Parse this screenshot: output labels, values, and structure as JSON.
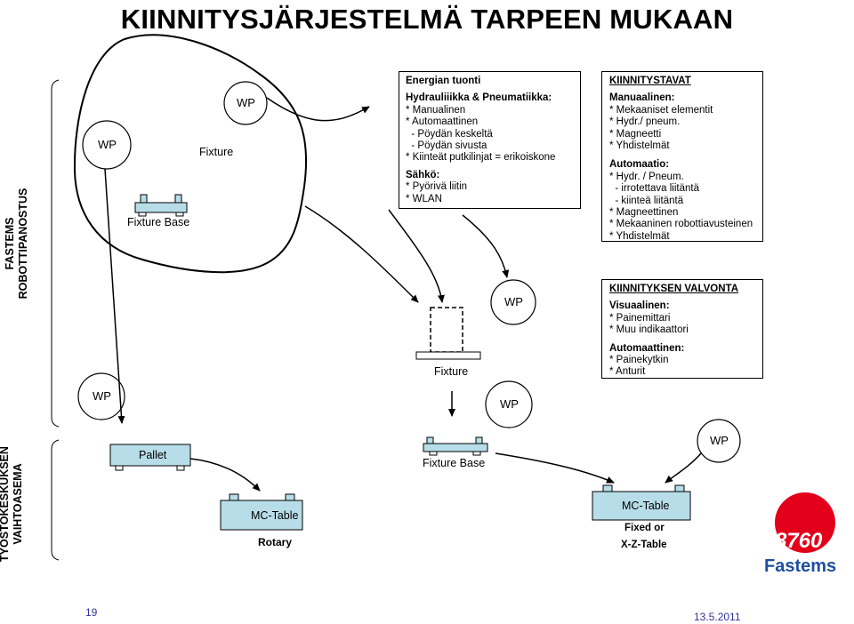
{
  "title": "KIINNITYSJÄRJESTELMÄ TARPEEN MUKAAN",
  "side_labels": {
    "fastems_line1": "FASTEMS",
    "fastems_line2": "ROBOTTIPANOSTUS",
    "tyo_line1": "TYÖSTÖKESKUKSEN",
    "tyo_line2": "VAIHTOASEMA"
  },
  "shapes": {
    "wp": "WP",
    "fixture": "Fixture",
    "fixture_base": "Fixture Base",
    "pallet": "Pallet",
    "mc_table": "MC-Table",
    "rotary": "Rotary",
    "fixed_or": "Fixed or",
    "xz_table": "X-Z-Table"
  },
  "energy_panel": {
    "heading": "Energian tuonti",
    "hydr_heading": "Hydrauliiikka & Pneumatiikka:",
    "hydr_items": [
      "* Manualinen",
      "* Automaattinen",
      "  - Pöydän keskeltä",
      "  - Pöydän sivusta",
      "* Kiinteät putkilinjat = erikoiskone"
    ],
    "sahko_heading": "Sähkö:",
    "sahko_items": [
      "* Pyörivä liitin",
      "* WLAN"
    ]
  },
  "kiinnitystavat_panel": {
    "heading": "KIINNITYSTAVAT",
    "manual_heading": "Manuaalinen:",
    "manual_items": [
      "* Mekaaniset elementit",
      "* Hydr./ pneum.",
      "* Magneetti",
      "* Yhdistelmät"
    ],
    "auto_heading": "Automaatio:",
    "auto_items": [
      "* Hydr. / Pneum.",
      "  - irrotettava liitäntä",
      "  - kiinteä liitäntä",
      "* Magneettinen",
      "* Mekaaninen robottiavusteinen",
      "* Yhdistelmät"
    ]
  },
  "valvonta_panel": {
    "heading": "KIINNITYKSEN VALVONTA",
    "visual_heading": "Visuaalinen:",
    "visual_items": [
      "* Painemittari",
      "* Muu indikaattori"
    ],
    "auto_heading": "Automaattinen:",
    "auto_items": [
      "* Painekytkin",
      "* Anturit"
    ]
  },
  "logo": {
    "number": "8760",
    "brand": "Fastems",
    "colors": {
      "red": "#e2001a",
      "blue": "#1f4e9e"
    }
  },
  "footer": {
    "page_number": "19",
    "date": "13.5.2011"
  },
  "colors": {
    "box_fill": "#b7dde8",
    "line": "#000000"
  }
}
